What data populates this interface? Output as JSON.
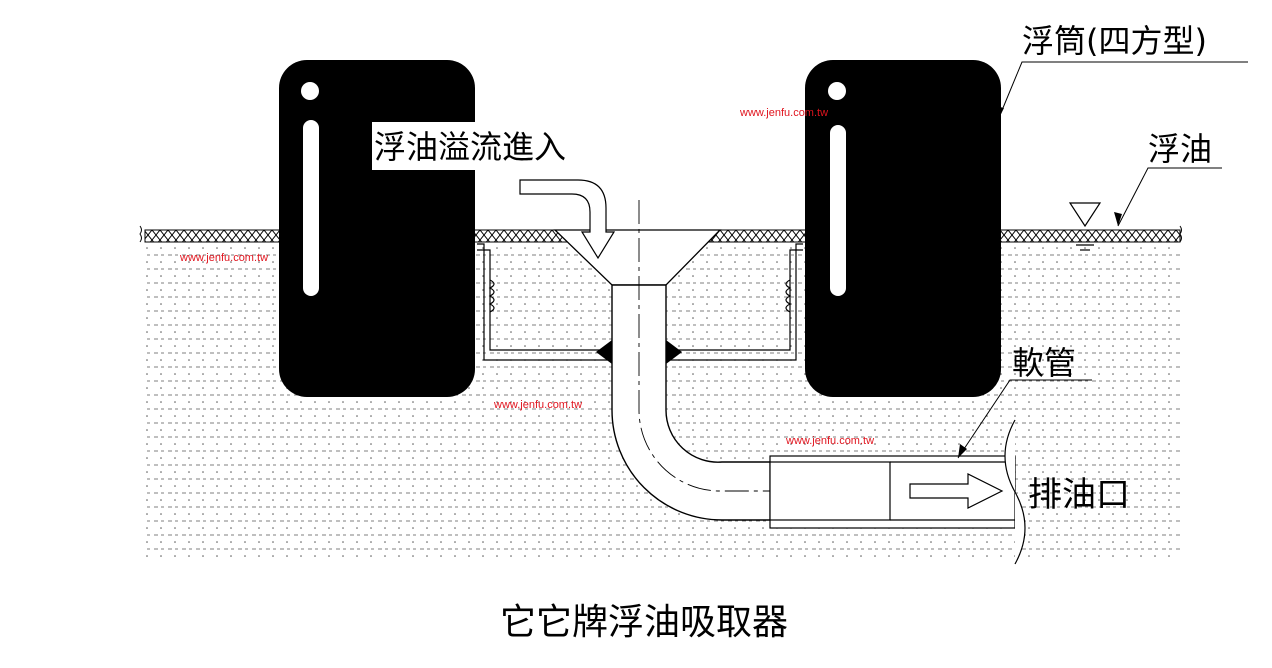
{
  "labels": {
    "float_type": "浮筒(四方型)",
    "floating_oil": "浮油",
    "overflow_in": "浮油溢流進入",
    "hose": "軟管",
    "outlet": "排油口",
    "title": "它它牌浮油吸取器"
  },
  "watermarks": [
    "www.jenfu.com.tw",
    "www.jenfu.com.tw",
    "www.jenfu.com.tw",
    "www.jenfu.com.tw"
  ],
  "colors": {
    "ink": "#000000",
    "watermark": "#e0141e",
    "background": "#ffffff"
  }
}
